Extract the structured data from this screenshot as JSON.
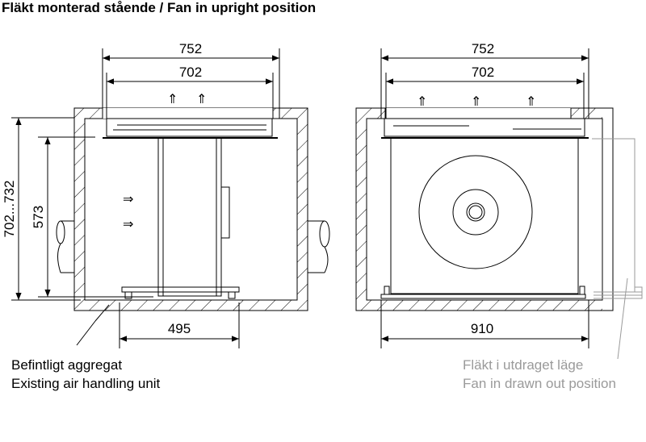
{
  "title": "Fläkt monterad stående / Fan in upright position",
  "left_view": {
    "dim_outer_width": "752",
    "dim_inner_width": "702",
    "dim_height_total": "702...732",
    "dim_height_inner": "573",
    "dim_base": "495",
    "label_sv": "Befintligt aggregat",
    "label_en": "Existing air handling unit"
  },
  "right_view": {
    "dim_outer_width": "752",
    "dim_inner_width": "702",
    "dim_base": "910",
    "label_sv": "Fläkt i utdraget läge",
    "label_en": "Fan in drawn out position"
  },
  "colors": {
    "line": "#000000",
    "secondary": "#9a9a9a"
  }
}
